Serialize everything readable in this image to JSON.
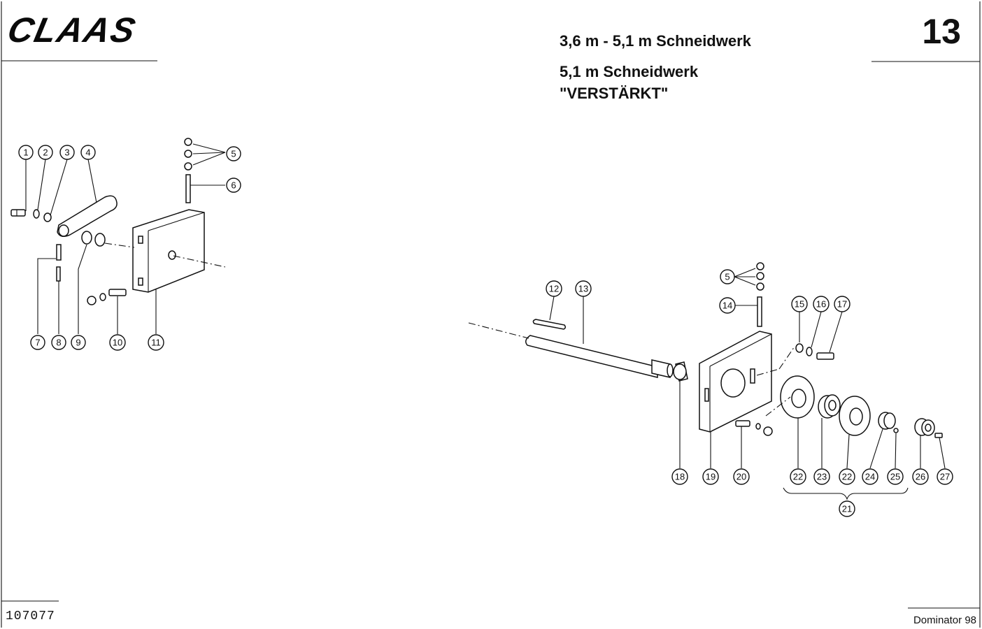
{
  "header": {
    "brand": "CLAAS",
    "page_number": "13",
    "title_line1": "3,6 m - 5,1 m Schneidwerk",
    "title_line2": "5,1 m Schneidwerk",
    "title_line3": "\"VERSTÄRKT\""
  },
  "footer": {
    "drawing_number": "107077",
    "model": "Dominator 98"
  },
  "callouts_left": [
    "1",
    "2",
    "3",
    "4",
    "5",
    "6",
    "7",
    "8",
    "9",
    "10",
    "11"
  ],
  "callouts_right": [
    "5",
    "12",
    "13",
    "14",
    "15",
    "16",
    "17",
    "18",
    "19",
    "20",
    "22",
    "23",
    "22",
    "24",
    "25",
    "26",
    "27",
    "21"
  ]
}
